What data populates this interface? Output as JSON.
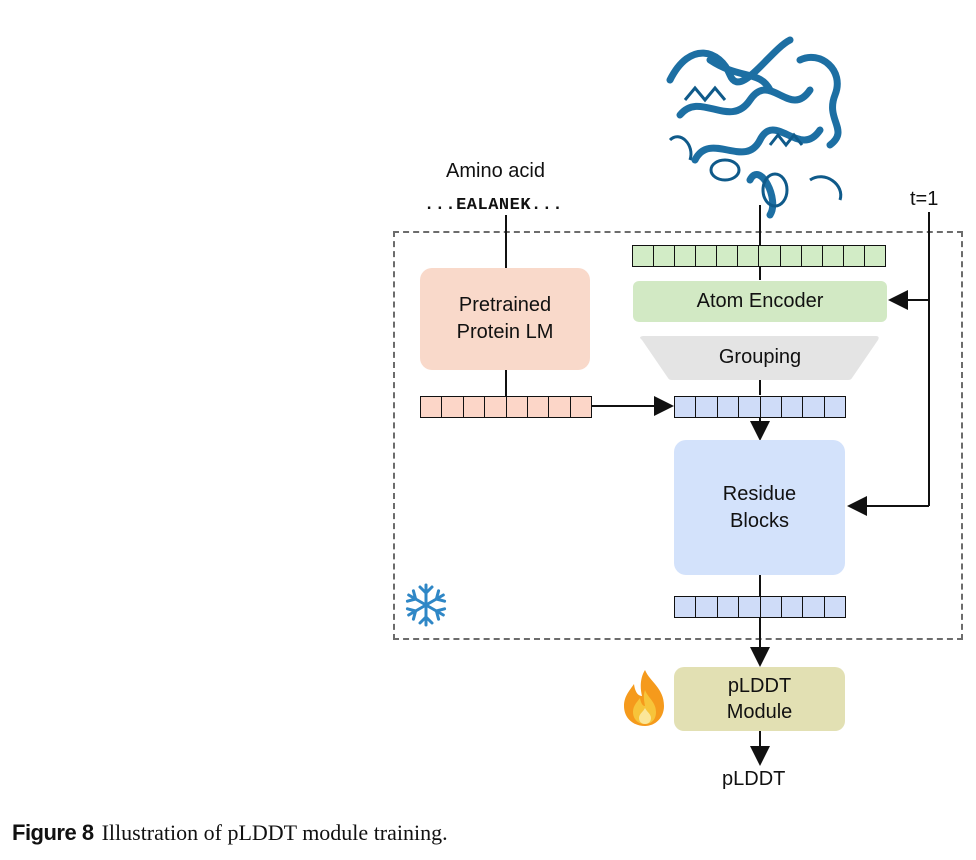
{
  "input": {
    "amino_acid_label": "Amino acid",
    "sequence": "...EALANEK..."
  },
  "timestep_label": "t=1",
  "blocks": {
    "protein_lm": "Pretrained\nProtein LM",
    "atom_encoder": "Atom Encoder",
    "grouping": "Grouping",
    "residue_blocks": "Residue\nBlocks",
    "plddt_module": "pLDDT\nModule"
  },
  "output_label": "pLDDT",
  "caption": {
    "figure": "Figure 8",
    "text": "Illustration of pLDDT module training."
  },
  "icons": {
    "frozen": "snowflake-icon",
    "trainable": "flame-icon",
    "structure": "protein-structure-image"
  },
  "colors": {
    "protein_lm_fill": "#f9d9ca",
    "protein_lm_tokens": "#fcd6c8",
    "atom_fill": "#d2e9c4",
    "atom_tokens": "#d2ecc6",
    "grouping_fill": "#e4e4e4",
    "residue_fill": "#d3e2fb",
    "residue_tokens": "#cfdcf8",
    "plddt_fill": "#e2e0b3",
    "protein_ribbon": "#1d6fa3",
    "snowflake": "#2f87c6",
    "flame": "#f59a1c"
  }
}
